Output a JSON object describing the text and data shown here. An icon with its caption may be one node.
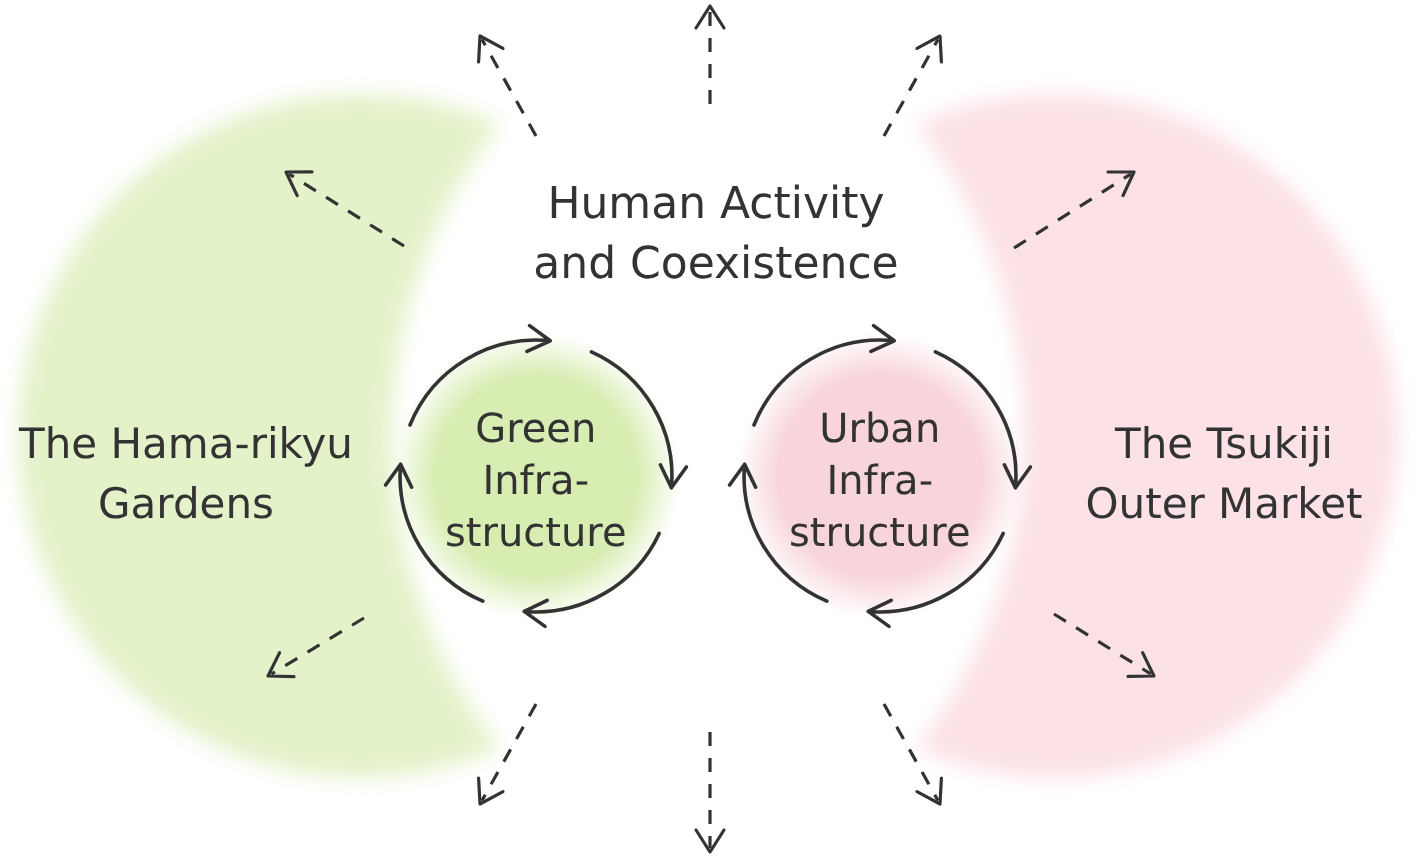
{
  "diagram": {
    "nodes": [
      {
        "text": [
          "The Hama-rikyu Gardens"
        ]
      },
      {
        "text": [
          "Green Infra- structure"
        ]
      },
      {
        "text": [
          "Urban Infra- structure"
        ]
      },
      {
        "text": [
          "The Tsukiji Outer Market"
        ]
      }
    ],
    "labels": [
      "Human Activity and Coexistence"
    ]
  }
}
